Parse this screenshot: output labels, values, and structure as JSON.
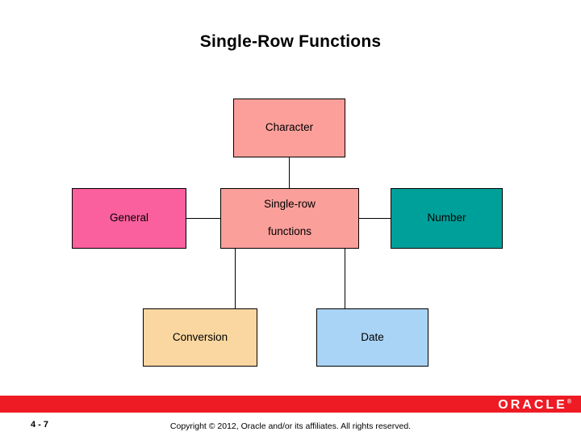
{
  "slide": {
    "title": "Single-Row Functions",
    "page_number": "4 - 7",
    "copyright": "Copyright © 2012, Oracle and/or its affiliates. All rights reserved.",
    "brand": {
      "logo_text": "ORACLE",
      "trademark": "®",
      "bar_color": "#ee1b24"
    }
  },
  "diagram": {
    "nodes": [
      {
        "id": "character",
        "label": "Character",
        "color": "#fc9f9a"
      },
      {
        "id": "general",
        "label": "General",
        "color": "#fa5f9e"
      },
      {
        "id": "center",
        "label": "Single-row\nfunctions",
        "line1": "Single-row",
        "line2": "functions",
        "color": "#fa9f9a"
      },
      {
        "id": "number",
        "label": "Number",
        "color": "#00a09a"
      },
      {
        "id": "conversion",
        "label": "Conversion",
        "color": "#fad7a0"
      },
      {
        "id": "date",
        "label": "Date",
        "color": "#aad4f5"
      }
    ],
    "connectors": [
      {
        "from": "character",
        "to": "center"
      },
      {
        "from": "general",
        "to": "center"
      },
      {
        "from": "center",
        "to": "number"
      },
      {
        "from": "center",
        "to": "conversion"
      },
      {
        "from": "center",
        "to": "date"
      }
    ]
  }
}
